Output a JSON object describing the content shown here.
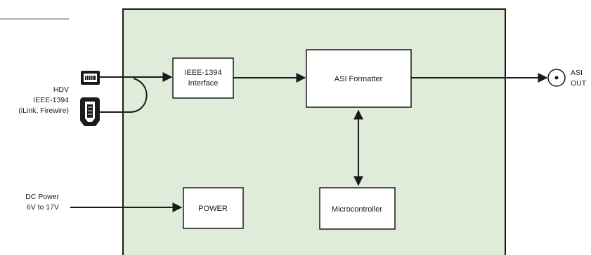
{
  "colors": {
    "board_fill": "#dfecd9",
    "board_stroke": "#1a1a1a",
    "block_fill": "#ffffff",
    "line": "#1a1a1a",
    "rule": "#9a9a9a"
  },
  "blocks": {
    "ieee_interface": {
      "line1": "IEEE-1394",
      "line2": "Interface"
    },
    "asi_formatter": "ASI Formatter",
    "power": "POWER",
    "microcontroller": "Microcontroller"
  },
  "inputs": {
    "hdv": {
      "line1": "HDV",
      "line2": "IEEE-1394",
      "line3": "(iLink, Firewire)"
    },
    "dc_power": {
      "line1": "DC Power",
      "line2": "6V to 17V"
    }
  },
  "output": {
    "line1": "ASI",
    "line2": "OUT"
  },
  "icons": [
    "firewire-4pin-icon",
    "firewire-6pin-icon",
    "bnc-connector-icon"
  ]
}
